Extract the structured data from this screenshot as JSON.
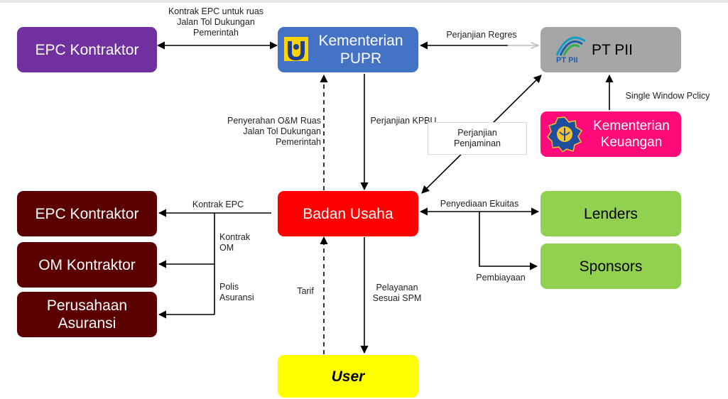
{
  "boxes": {
    "epc_top": "EPC Kontraktor",
    "pupr": "Kementerian PUPR",
    "ptpii": "PT PII",
    "keuangan": "Kementerian Keuangan",
    "badan_usaha": "Badan Usaha",
    "epc_mid": "EPC Kontraktor",
    "om": "OM Kontraktor",
    "asuransi": "Perusahaan Asuransi",
    "lenders": "Lenders",
    "sponsors": "Sponsors",
    "user": "User"
  },
  "logos": {
    "ptpii_mark": "PT PII"
  },
  "labels": {
    "kontrak_epc_ruas": "Kontrak EPC untuk ruas\nJalan Tol Dukungan\nPemerintah",
    "perjanjian_regres": "Perjanjian Regres",
    "single_window": "Single Window Pclicy",
    "penyerahan": "Penyerahan O&M Ruas\nJalan Tol Dukungan\nPemerintah",
    "perjanjian_kpbu": "Perjanjian KPBU",
    "perjanjian_penjaminan": "Perjanjian\nPenjaminan",
    "kontrak_epc": "Kontrak EPC",
    "kontrak_om": "Kontrak\nOM",
    "polis_asuransi": "Polis\nAsuransi",
    "penyediaan_ekuitas": "Penyediaan Ekuitas",
    "pembiayaan": "Pembiayaan",
    "tarif": "Tarif",
    "pelayanan_spm": "Pelayanan\nSesuai SPM"
  },
  "colors": {
    "purple": "#7030a0",
    "blue": "#4472c4",
    "grey": "#a6a6a6",
    "pink": "#ff0a78",
    "red": "#ff0000",
    "maroon": "#5a0000",
    "green": "#92d050",
    "yellow": "#ffff00"
  },
  "icons": {
    "pupr_logo": "pupr-logo-icon",
    "ptpii_logo": "pt-pii-logo-icon",
    "keuangan_logo": "kemenkeu-logo-icon"
  }
}
